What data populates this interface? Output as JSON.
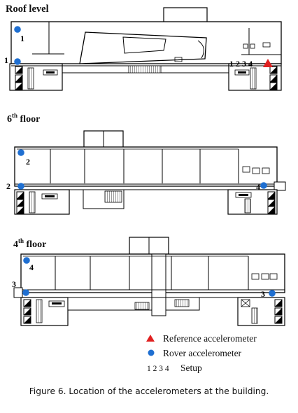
{
  "sections": {
    "roof": {
      "title": "Roof level",
      "sup": ""
    },
    "sixth": {
      "title": "6",
      "sup": "th",
      "rest": " floor"
    },
    "fourth": {
      "title": "4",
      "sup": "th",
      "rest": " floor"
    }
  },
  "markers": {
    "roof_left_top": "1",
    "roof_left_mid": "1",
    "roof_setups": "1 2 3 4",
    "sixth_left_top": "2",
    "sixth_left_mid": "2",
    "sixth_right": "4",
    "fourth_left_top": "4",
    "fourth_left_mid": "3",
    "fourth_right": "3"
  },
  "legend": {
    "reference_label": "Reference accelerometer",
    "rover_label": "Rover accelerometer",
    "setup_numbers": "1 2 3 4",
    "setup_label": "Setup",
    "reference_color": "#e02020",
    "rover_color": "#1f6fd1"
  },
  "caption": "Figure 6. Location of the accelerometers at the building."
}
